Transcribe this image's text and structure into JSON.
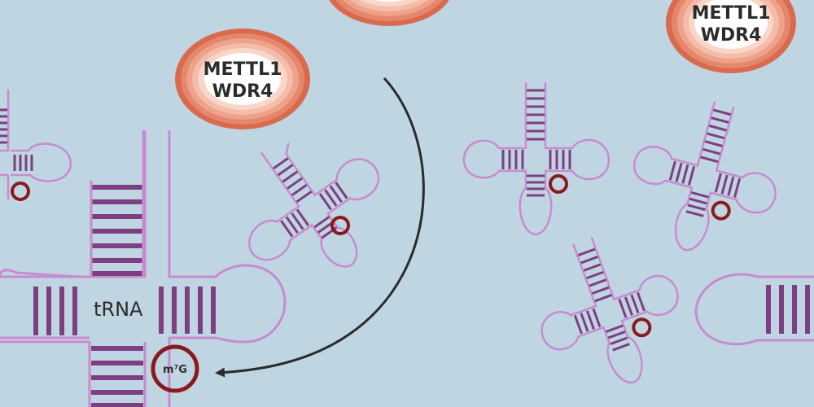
{
  "colors": {
    "background": "#bfd6e2",
    "rna_backbone": "#c98ad0",
    "rna_stem": "#7e3f82",
    "modification_ring": "#8b1a1f",
    "arrow": "#2b2b2b",
    "enzyme_rings": [
      "#d96a4e",
      "#e4876c",
      "#eea28a",
      "#f4bda9",
      "#f8d6c8",
      "#fbe7de"
    ],
    "enzyme_core": "#ffffff"
  },
  "enzymes": [
    {
      "line1": "METTL1",
      "line2": "WDR4"
    },
    {
      "line1": "METTL1",
      "line2": "WDR4"
    },
    {
      "line1": "",
      "line2": ""
    }
  ],
  "trna_label": "tRNA",
  "modification_label": "m⁷G",
  "icons": [
    "curved-arrow-icon",
    "modification-ring-icon"
  ]
}
